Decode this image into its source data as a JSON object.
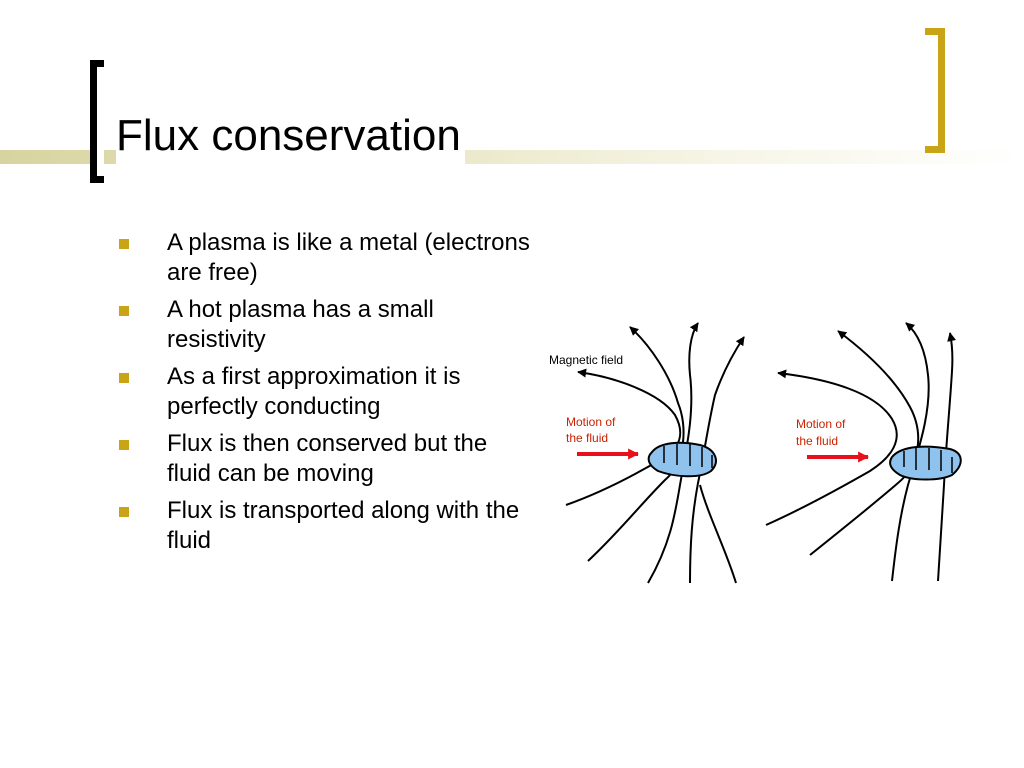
{
  "slide": {
    "title": "Flux conservation",
    "bullets": [
      "A plasma is like a metal (electrons are free)",
      "A hot plasma has a small resistivity",
      "As a first approximation it is perfectly conducting",
      "Flux is then conserved but the fluid can be moving",
      "Flux is transported along with the fluid"
    ]
  },
  "figure": {
    "field_label": "Magnetic field",
    "left_panel": {
      "motion_label_line1": "Motion of",
      "motion_label_line2": "the fluid"
    },
    "right_panel": {
      "motion_label_line1": "Motion of",
      "motion_label_line2": "the fluid"
    }
  },
  "colors": {
    "accent": "#c9a417",
    "arrow_red": "#e8101a",
    "fluid_fill": "#8fc3ee",
    "label_red": "#cc2200"
  },
  "icons": {
    "bullet": "square-bullet-icon"
  }
}
